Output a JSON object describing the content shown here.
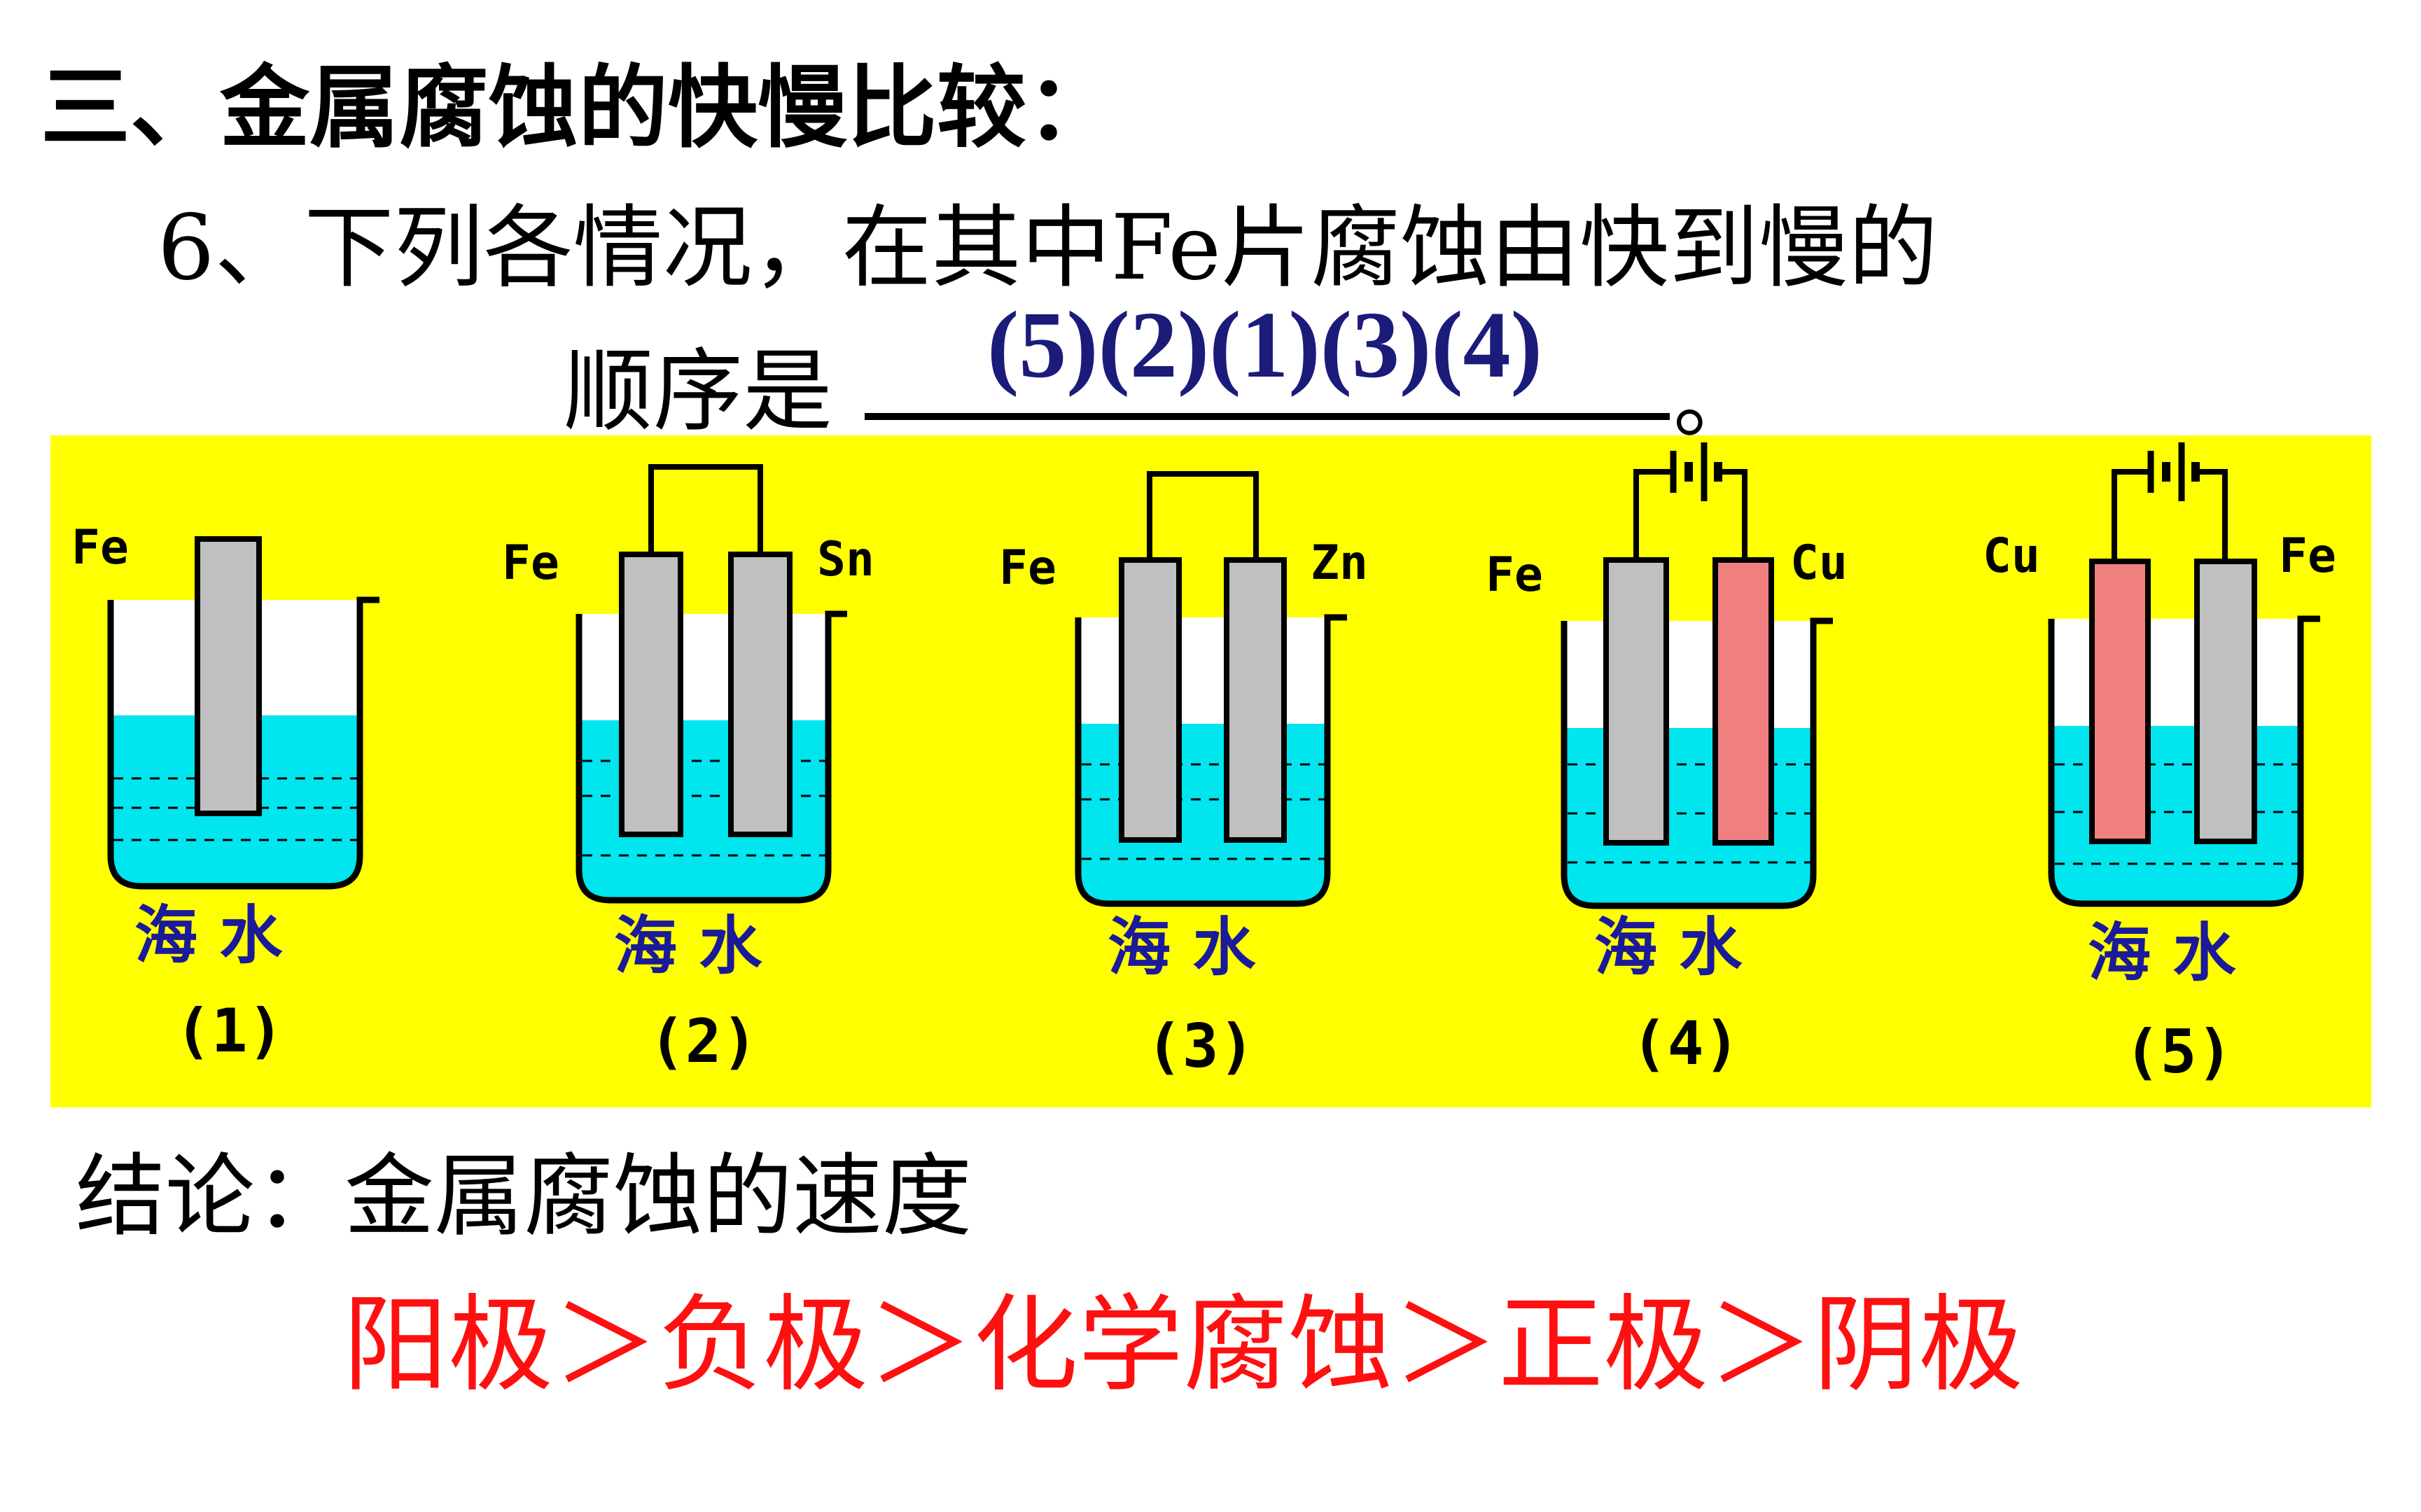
{
  "heading": "三、金属腐蚀的快慢比较：",
  "question": {
    "line1": "6、下列各情况，在其中Fe片腐蚀由快到慢的",
    "line2": "顺序是",
    "answer": "(5)(2)(1)(3)(4)",
    "end": "。"
  },
  "diagram": {
    "background_color": "#ffff00",
    "water_color": "#00e5ee",
    "iron_color": "#c0c0c0",
    "copper_color": "#f08080",
    "setups": [
      {
        "number": "(1)",
        "solution": "海 水",
        "electrodes": [
          "Fe"
        ],
        "connection": "none"
      },
      {
        "number": "(2)",
        "solution": "海 水",
        "electrodes": [
          "Fe",
          "Sn"
        ],
        "connection": "wire"
      },
      {
        "number": "(3)",
        "solution": "海 水",
        "electrodes": [
          "Fe",
          "Zn"
        ],
        "connection": "wire"
      },
      {
        "number": "(4)",
        "solution": "海 水",
        "electrodes": [
          "Fe",
          "Cu"
        ],
        "connection": "battery"
      },
      {
        "number": "(5)",
        "solution": "海 水",
        "electrodes": [
          "Cu",
          "Fe"
        ],
        "connection": "battery"
      }
    ]
  },
  "conclusion": "结论：金属腐蚀的速度",
  "rule": "阳极＞负极＞化学腐蚀＞正极＞阴极"
}
